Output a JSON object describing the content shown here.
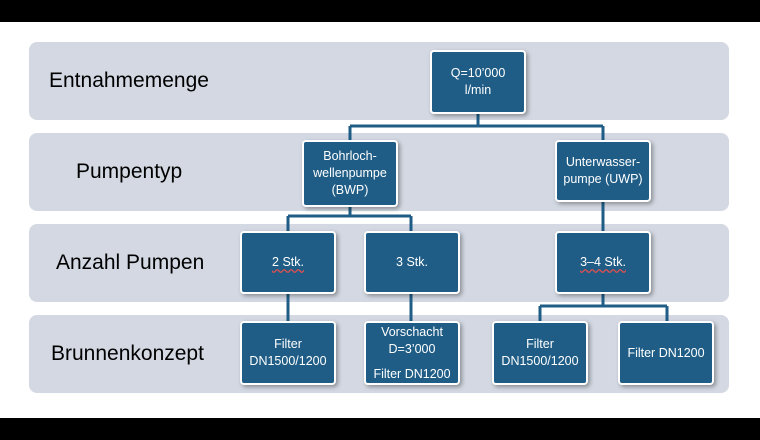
{
  "rows": {
    "entnahmemenge": "Entnahmemenge",
    "pumpentyp": "Pumpentyp",
    "anzahl_pumpen": "Anzahl Pumpen",
    "brunnenkonzept": "Brunnenkonzept"
  },
  "nodes": {
    "q": "Q=10’000\nl/min",
    "bwp": "Bohrloch-\nwellenpumpe\n(BWP)",
    "uwp": "Unterwasser-\npumpe (UWP)",
    "bwp_2": "2 Stk.",
    "bwp_3": "3 Stk.",
    "uwp_34": "3–4 Stk.",
    "filter_a": "Filter\nDN1500/1200",
    "vorschacht_line1": "Vorschacht\nD=3’000",
    "vorschacht_line2": "Filter DN1200",
    "filter_b": "Filter\nDN1500/1200",
    "filter_c": "Filter DN1200"
  },
  "colors": {
    "row_bg": "#d3d8e2",
    "node_bg": "#1f5d86",
    "connector": "#1f5d86"
  }
}
